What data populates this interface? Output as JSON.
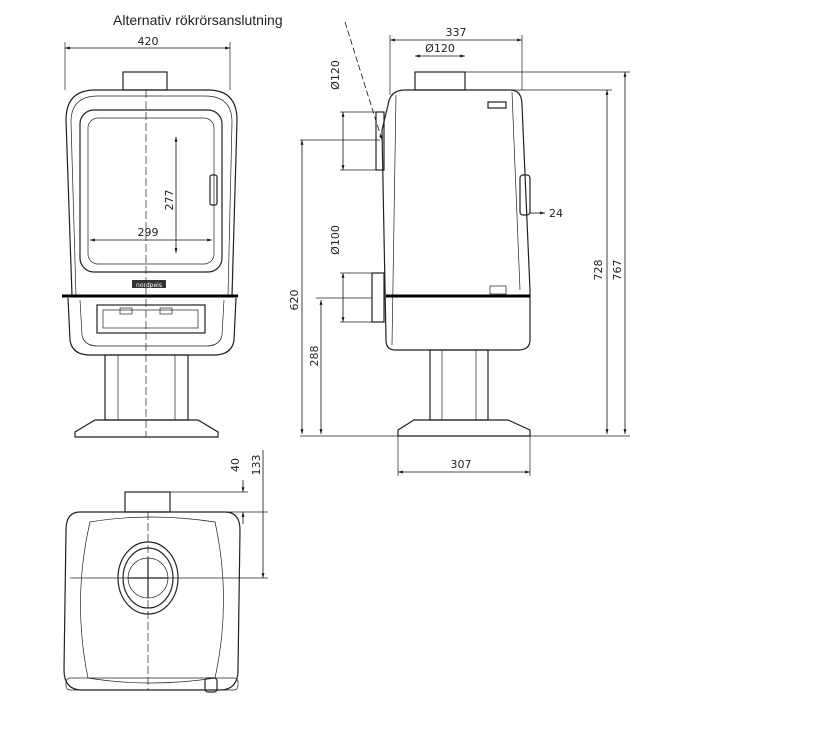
{
  "title": "Alternativ rökrörsanslutning",
  "logo_text": "nordpeis",
  "dimensions": {
    "front_width": "420",
    "door_height": "277",
    "door_width": "299",
    "side_depth": "337",
    "flue_top_diameter": "Ø120",
    "flue_rear_diameter": "Ø120",
    "air_inlet_diameter": "Ø100",
    "handle_offset": "24",
    "height_body": "728",
    "height_total": "767",
    "rear_flue_height": "620",
    "base_height": "288",
    "foot_depth": "307",
    "flue_offset": "40",
    "flue_center_offset": "133"
  },
  "colors": {
    "line": "#222222",
    "background": "#ffffff"
  }
}
